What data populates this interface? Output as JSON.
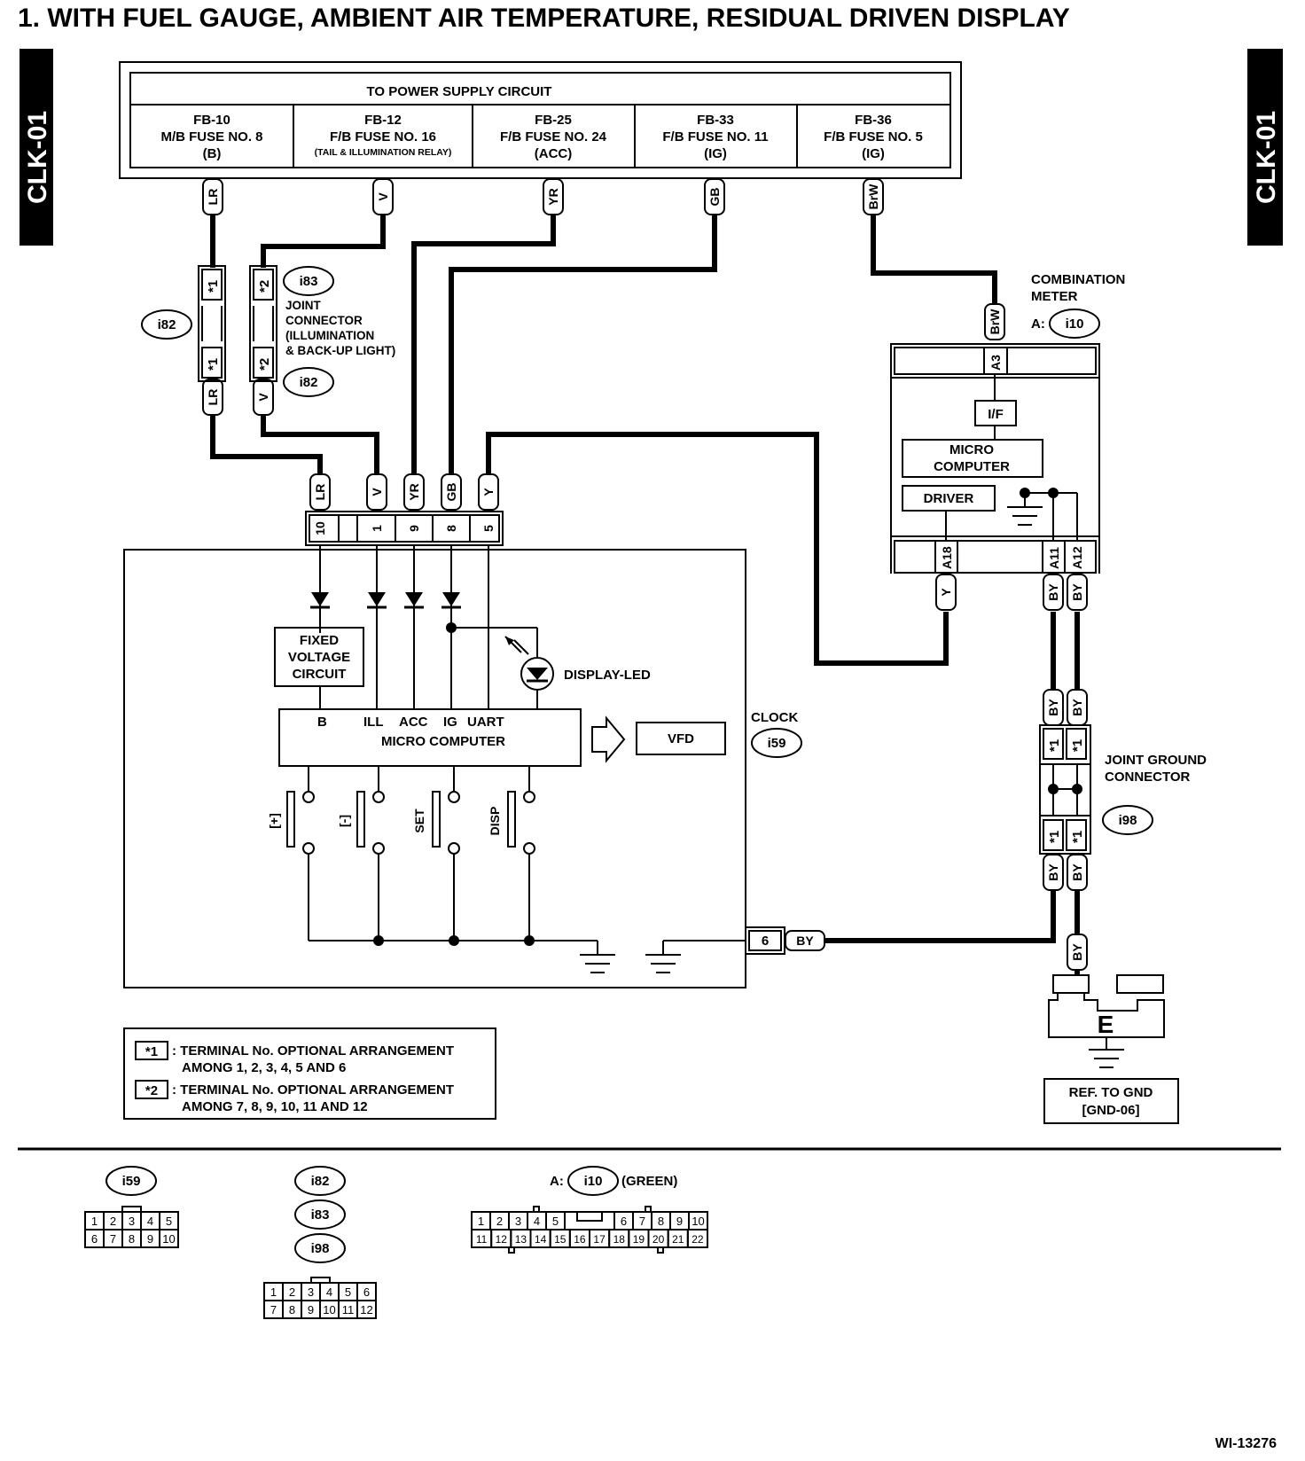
{
  "title": "1. WITH FUEL GAUGE, AMBIENT AIR TEMPERATURE, RESIDUAL DRIVEN DISPLAY",
  "side_tab": "CLK-01",
  "figure_id": "WI-13276",
  "power_supply": {
    "title": "TO POWER SUPPLY CIRCUIT",
    "fuses": [
      {
        "line1": "FB-10",
        "line2": "M/B FUSE NO. 8",
        "line3": "(B)",
        "wire": "LR"
      },
      {
        "line1": "FB-12",
        "line2": "F/B FUSE NO. 16",
        "line3": "(TAIL & ILLUMINATION RELAY)",
        "wire": "V"
      },
      {
        "line1": "FB-25",
        "line2": "F/B FUSE NO. 24",
        "line3": "(ACC)",
        "wire": "YR"
      },
      {
        "line1": "FB-33",
        "line2": "F/B FUSE NO. 11",
        "line3": "(IG)",
        "wire": "GB"
      },
      {
        "line1": "FB-36",
        "line2": "F/B FUSE NO. 5",
        "line3": "(IG)",
        "wire": "BrW"
      }
    ]
  },
  "connectors": {
    "i82": "i82",
    "i83": "i83",
    "i59": "i59",
    "i98": "i98",
    "i10": "i10",
    "star1": "*1",
    "star2": "*2"
  },
  "joint_connector": [
    "JOINT",
    "CONNECTOR",
    "(ILLUMINATION",
    "& BACK-UP LIGHT)"
  ],
  "combination_meter": {
    "label1": "COMBINATION",
    "label2": "METER",
    "prefix": "A:",
    "pin_in": "A3",
    "pin_in_wire": "BrW",
    "if": "I/F",
    "micro1": "MICRO",
    "micro2": "COMPUTER",
    "driver": "DRIVER",
    "pins_out": [
      "A18",
      "A11",
      "A12"
    ],
    "pins_out_wires": [
      "Y",
      "BY",
      "BY"
    ]
  },
  "clock": {
    "label": "CLOCK",
    "pins": [
      {
        "pin": "10",
        "wire": "LR"
      },
      {
        "pin": "1",
        "wire": "V"
      },
      {
        "pin": "9",
        "wire": "YR"
      },
      {
        "pin": "8",
        "wire": "GB"
      },
      {
        "pin": "5",
        "wire": "Y"
      }
    ],
    "fixed_voltage": [
      "FIXED",
      "VOLTAGE",
      "CIRCUIT"
    ],
    "display_led": "DISPLAY-LED",
    "micro_inputs": [
      "B",
      "ILL",
      "ACC",
      "IG",
      "UART"
    ],
    "micro_name": "MICRO COMPUTER",
    "vfd": "VFD",
    "switches": [
      "[+]",
      "[-]",
      "SET",
      "DISP"
    ],
    "ground_pin": "6",
    "ground_wire": "BY"
  },
  "joint_ground": {
    "label1": "JOINT GROUND",
    "label2": "CONNECTOR",
    "wire": "BY"
  },
  "ground": {
    "letter": "E",
    "ref1": "REF. TO GND",
    "ref2": "[GND-06]"
  },
  "notes": [
    {
      "tag": "*1",
      "line1": ": TERMINAL No. OPTIONAL ARRANGEMENT",
      "line2": "AMONG 1, 2, 3, 4, 5 AND 6"
    },
    {
      "tag": "*2",
      "line1": ": TERMINAL No. OPTIONAL ARRANGEMENT",
      "line2": "AMONG 7, 8, 9, 10, 11 AND 12"
    }
  ],
  "connector_views": {
    "i59_rows": [
      [
        "1",
        "2",
        "3",
        "4",
        "5"
      ],
      [
        "6",
        "7",
        "8",
        "9",
        "10"
      ]
    ],
    "i98_rows": [
      [
        "1",
        "2",
        "3",
        "4",
        "5",
        "6"
      ],
      [
        "7",
        "8",
        "9",
        "10",
        "11",
        "12"
      ]
    ],
    "i10_label_prefix": "A:",
    "i10_color": "(GREEN)",
    "i10_row1_left": [
      "1",
      "2",
      "3",
      "4",
      "5"
    ],
    "i10_row1_right": [
      "6",
      "7",
      "8",
      "9",
      "10"
    ],
    "i10_row2": [
      "11",
      "12",
      "13",
      "14",
      "15",
      "16",
      "17",
      "18",
      "19",
      "20",
      "21",
      "22"
    ]
  }
}
